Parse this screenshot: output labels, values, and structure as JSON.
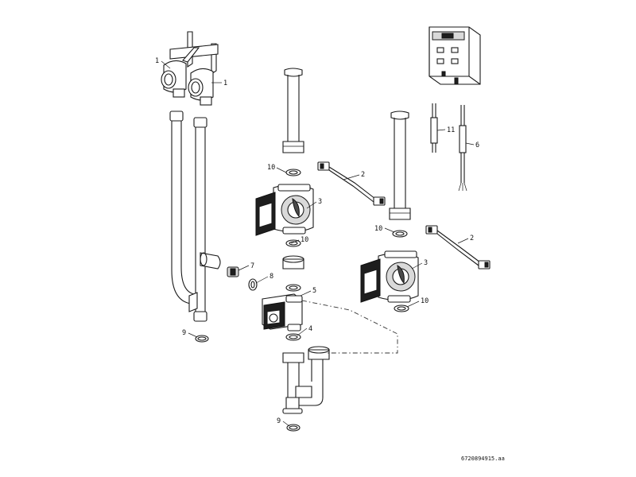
{
  "callouts": {
    "c1a": "1",
    "c1b": "1",
    "c2a": "2",
    "c2b": "2",
    "c3a": "3",
    "c3b": "3",
    "c4": "4",
    "c5": "5",
    "c6": "6",
    "c7": "7",
    "c8": "8",
    "c9a": "9",
    "c9b": "9",
    "c10a": "10",
    "c10b": "10",
    "c10c": "10",
    "c10d": "10",
    "c11": "11"
  },
  "drawing_code": "6720894915.aa"
}
